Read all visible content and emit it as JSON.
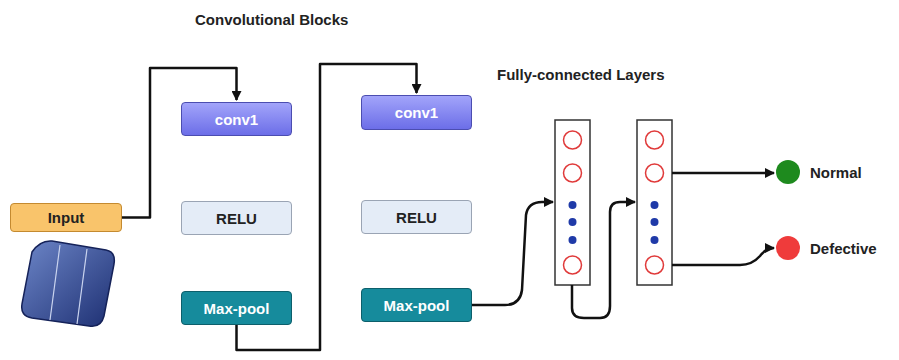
{
  "diagram": {
    "title": "Convolutional Blocks",
    "nodes": [
      {
        "text": [
          "Input"
        ]
      },
      {
        "text": [
          "conv1"
        ]
      },
      {
        "text": [
          "RELU"
        ]
      },
      {
        "text": [
          "Max-pool"
        ]
      },
      {
        "text": [
          "conv1"
        ]
      },
      {
        "text": [
          "RELU"
        ]
      },
      {
        "text": [
          "Max-pool"
        ]
      },
      {
        "text": [
          "Normal"
        ]
      },
      {
        "text": [
          "Defective"
        ]
      }
    ],
    "edges": [
      {
        "from": 0,
        "to": 1,
        "arrow": "to"
      },
      {
        "from": 3,
        "to": 4,
        "arrow": "to"
      }
    ],
    "labels": [
      "Fully-connected Layers"
    ]
  }
}
